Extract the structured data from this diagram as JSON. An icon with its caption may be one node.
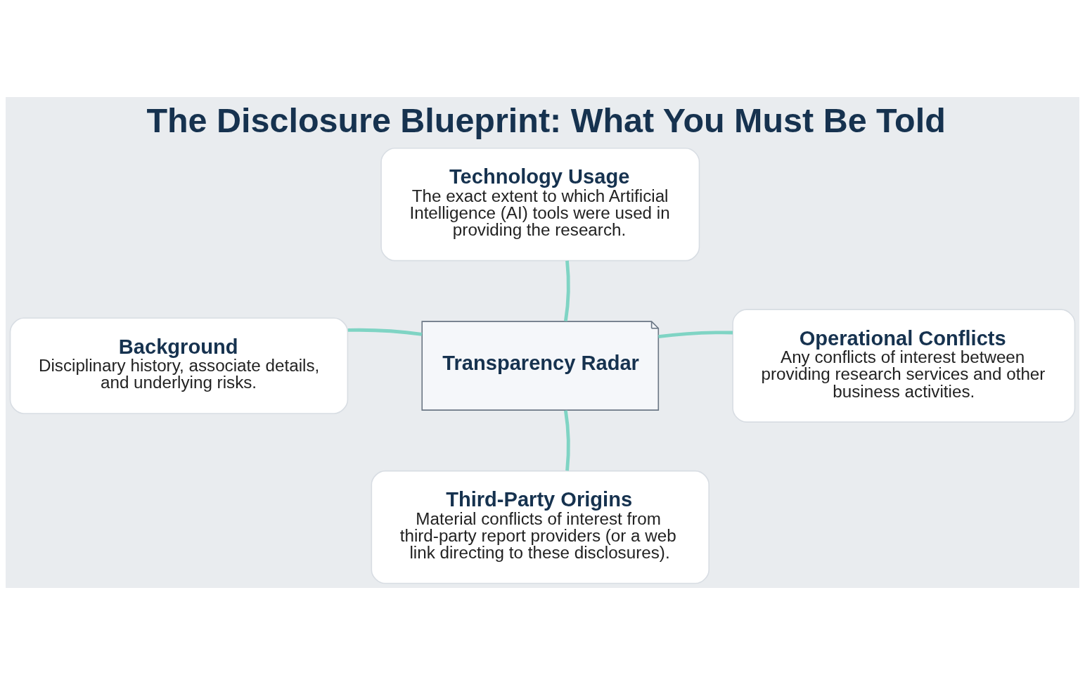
{
  "diagram": {
    "title": "The Disclosure Blueprint: What You Must Be Told",
    "nodes": [
      {
        "text": [
          "Technology Usage",
          "The exact extent to which Artificial Intelligence (AI) tools were used in providing the research."
        ]
      },
      {
        "text": [
          "Background",
          "Disciplinary history, associate details, and underlying risks."
        ]
      },
      {
        "text": [
          "Transparency Radar"
        ]
      },
      {
        "text": [
          "Operational Conflicts",
          "Any conflicts of interest between providing research services and other business activities."
        ]
      },
      {
        "text": [
          "Third-Party Origins",
          "Material conflicts of interest from third-party report providers (or a web link directing to these disclosures)."
        ]
      }
    ],
    "edges": [
      {
        "from": 2,
        "to": 0,
        "arrow": "none",
        "color": "#7fd4c4"
      },
      {
        "from": 2,
        "to": 1,
        "arrow": "none",
        "color": "#7fd4c4"
      },
      {
        "from": 2,
        "to": 3,
        "arrow": "none",
        "color": "#7fd4c4"
      },
      {
        "from": 2,
        "to": 4,
        "arrow": "none",
        "color": "#7fd4c4"
      }
    ]
  }
}
